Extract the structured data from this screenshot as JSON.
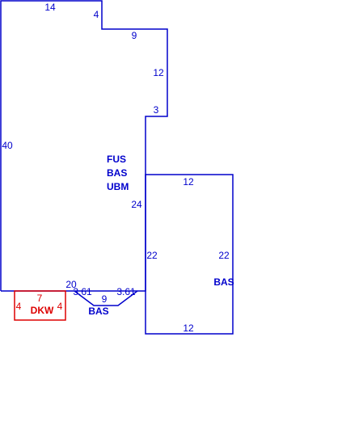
{
  "colors": {
    "main": "#0000cc",
    "deck": "#dd0000",
    "background": "#ffffff"
  },
  "main_area": {
    "dims": {
      "top_left": "14",
      "top_step": "4",
      "upper_right": "9",
      "right_upper": "12",
      "right_step": "3",
      "left": "40",
      "right_lower": "24",
      "bottom_left": "20"
    },
    "labels": [
      "FUS",
      "BAS",
      "UBM"
    ]
  },
  "bay_area": {
    "dims": {
      "left_angle": "3.61",
      "bottom": "9",
      "right_angle": "3.61"
    },
    "label": "BAS"
  },
  "right_area": {
    "dims": {
      "top": "12",
      "left": "22",
      "right": "22",
      "bottom": "12"
    },
    "label": "BAS"
  },
  "deck_area": {
    "dims": {
      "left": "4",
      "top": "7",
      "right": "4"
    },
    "label": "DKW"
  }
}
